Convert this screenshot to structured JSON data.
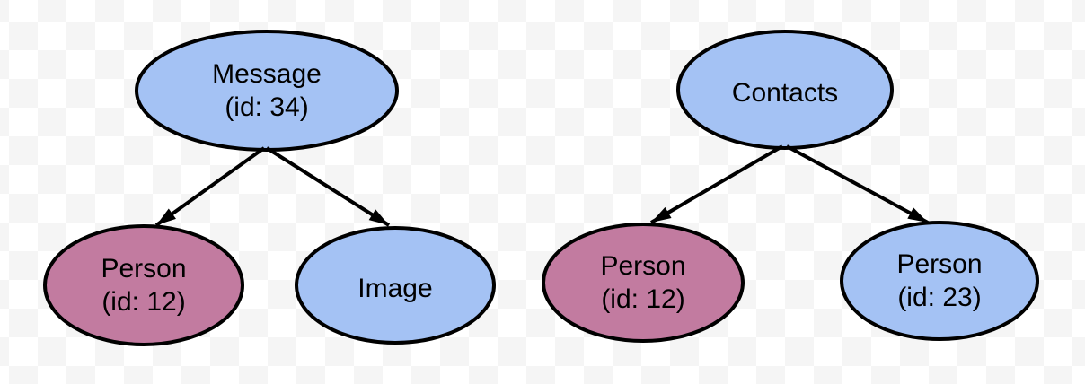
{
  "colors": {
    "node_blue": "#a4c2f4",
    "node_magenta": "#c27ba0",
    "outline": "#000000",
    "text": "#000000",
    "checker_light": "#ffffff",
    "checker_gray": "#f5f5f5"
  },
  "nodes": {
    "message": {
      "line1": "Message",
      "line2": "(id: 34)",
      "fill_hex": "#a4c2f4"
    },
    "person_left": {
      "line1": "Person",
      "line2": "(id: 12)",
      "fill_hex": "#c27ba0"
    },
    "image": {
      "line1": "Image",
      "fill_hex": "#a4c2f4"
    },
    "contacts": {
      "line1": "Contacts",
      "fill_hex": "#a4c2f4"
    },
    "person_mid": {
      "line1": "Person",
      "line2": "(id: 12)",
      "fill_hex": "#c27ba0"
    },
    "person_right": {
      "line1": "Person",
      "line2": "(id: 23)",
      "fill_hex": "#a4c2f4"
    }
  },
  "edges": [
    {
      "from": "Message (id: 34)",
      "to": "Person (id: 12)"
    },
    {
      "from": "Message (id: 34)",
      "to": "Image"
    },
    {
      "from": "Contacts",
      "to": "Person (id: 12)"
    },
    {
      "from": "Contacts",
      "to": "Person (id: 23)"
    }
  ]
}
